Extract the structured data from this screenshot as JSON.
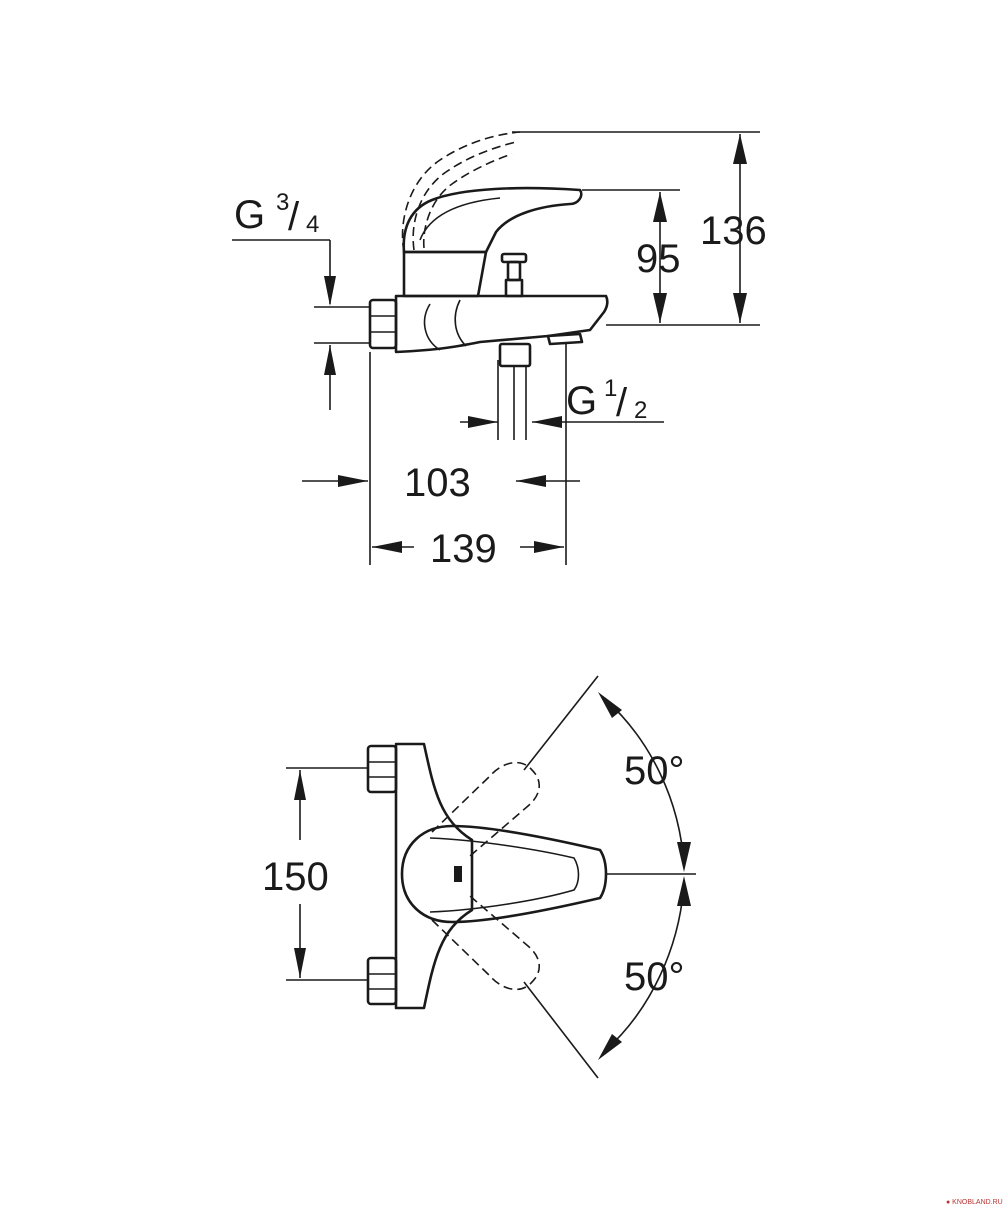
{
  "side_view": {
    "dim_inlet_thread": {
      "base": "G",
      "num": "3",
      "den": "4"
    },
    "dim_outlet_thread": {
      "base": "G",
      "num": "1",
      "den": "2"
    },
    "dim_total_height": "136",
    "dim_lever_height": "95",
    "dim_spout_offset": "103",
    "dim_total_depth": "139"
  },
  "top_view": {
    "dim_center_distance": "150",
    "angle_upper": "50°",
    "angle_lower": "50°"
  },
  "watermark": "● KNOBLAND.RU"
}
